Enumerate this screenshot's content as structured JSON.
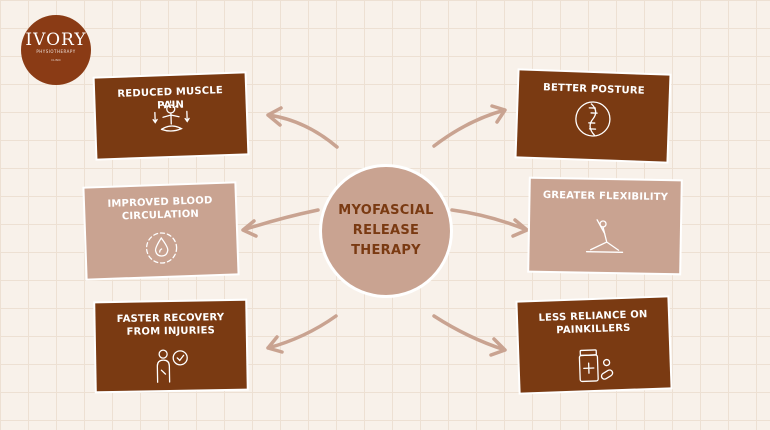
{
  "logo": {
    "brand": "IVORY",
    "tagline": "PHYSIOTHERAPY",
    "sub": "CLINIC"
  },
  "center": {
    "line1": "MYOFASCIAL",
    "line2": "RELEASE",
    "line3": "THERAPY"
  },
  "benefits": {
    "b1": "REDUCED MUSCLE PAIN",
    "b2": "IMPROVED BLOOD CIRCULATION",
    "b3": "FASTER RECOVERY FROM INJURIES",
    "b4": "BETTER POSTURE",
    "b5": "GREATER FLEXIBILITY",
    "b6": "LESS RELIANCE ON PAINKILLERS"
  },
  "colors": {
    "dark_card": "#7a3a12",
    "light_card": "#c9a391",
    "arrow": "#c9a391",
    "background": "#f8f1ea"
  },
  "icons": {
    "b1": "meditation-pain-icon",
    "b2": "blood-drop-circulation-icon",
    "b3": "person-checkmark-icon",
    "b4": "spine-posture-icon",
    "b5": "yoga-stretch-icon",
    "b6": "pill-bottle-icon"
  }
}
